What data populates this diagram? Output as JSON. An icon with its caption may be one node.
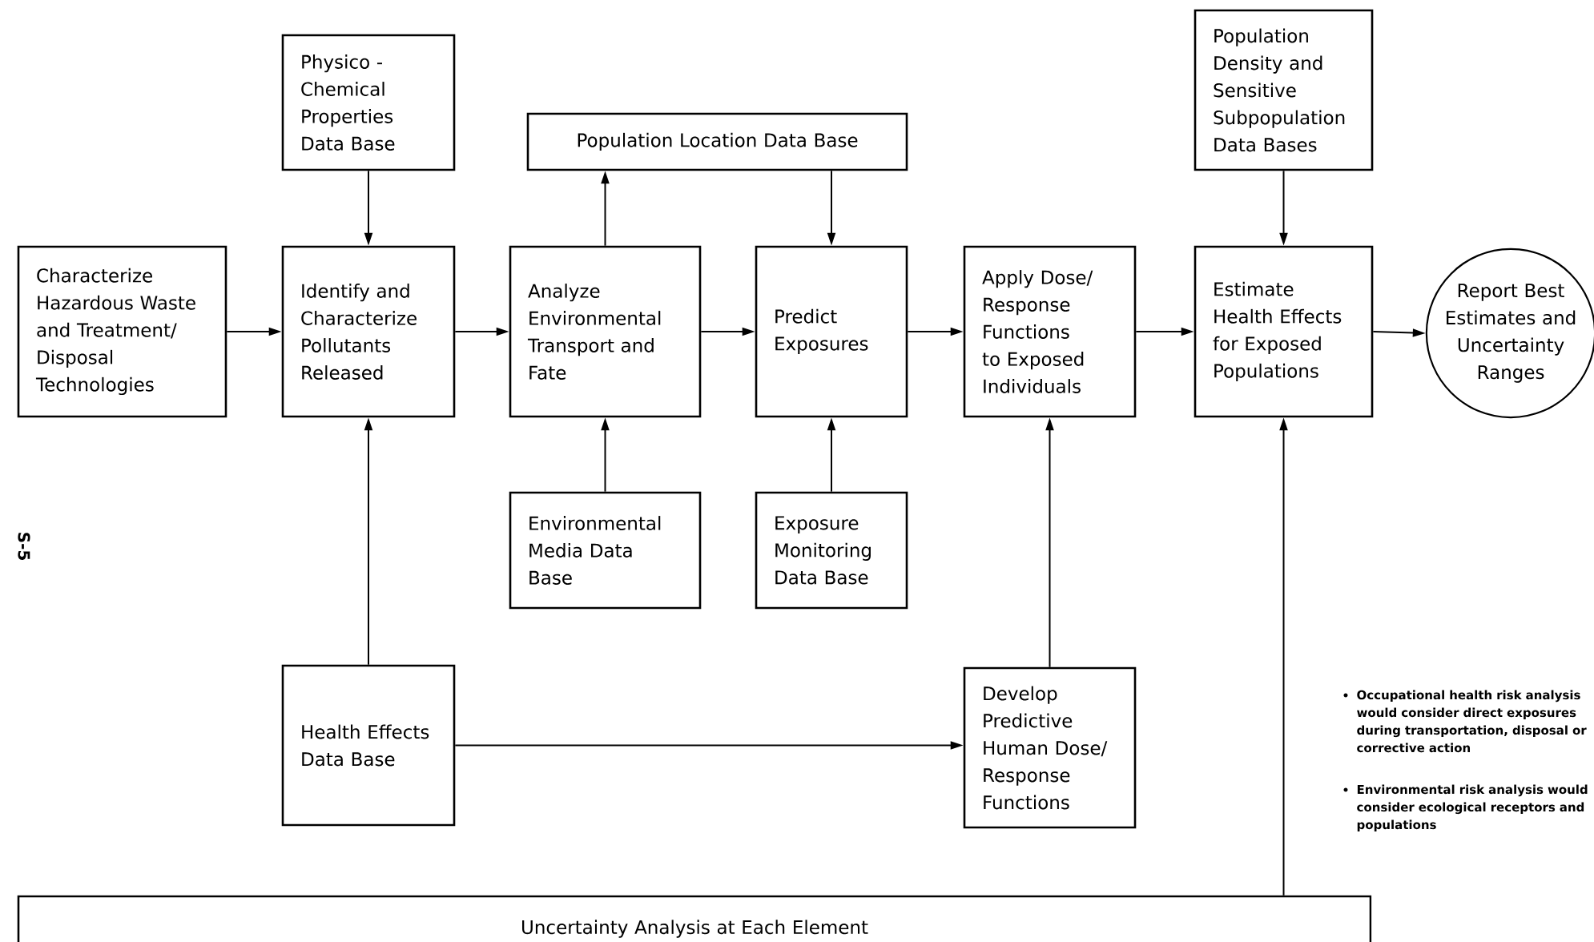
{
  "diagram": {
    "nodes": [
      {
        "text": [
          "Characterize Hazardous Waste and Treatment/ Disposal Technologies"
        ]
      },
      {
        "text": [
          "Physico - Chemical Properties Data Base"
        ]
      },
      {
        "text": [
          "Identify and Characterize Pollutants Released"
        ]
      },
      {
        "text": [
          "Population Location Data Base"
        ]
      },
      {
        "text": [
          "Analyze Environmental Transport and Fate"
        ]
      },
      {
        "text": [
          "Predict Exposures"
        ]
      },
      {
        "text": [
          "Apply Dose/ Response Functions to Exposed Individuals"
        ]
      },
      {
        "text": [
          "Population Density and Sensitive Subpopulation Data Bases"
        ]
      },
      {
        "text": [
          "Estimate Health Effects for Exposed Populations"
        ]
      },
      {
        "text": [
          "Report Best Estimates and Uncertainty Ranges"
        ]
      },
      {
        "text": [
          "Environmental Media Data Base"
        ]
      },
      {
        "text": [
          "Exposure Monitoring Data Base"
        ]
      },
      {
        "text": [
          "Health Effects Data Base"
        ]
      },
      {
        "text": [
          "Develop Predictive Human Dose/ Response Functions"
        ]
      },
      {
        "text": [
          "Uncertainty Analysis at Each Element"
        ]
      }
    ],
    "edges": [
      {
        "from": 0,
        "to": 2,
        "arrow": "to"
      },
      {
        "from": 1,
        "to": 2,
        "arrow": "to"
      },
      {
        "from": 2,
        "to": 4,
        "arrow": "to"
      },
      {
        "from": 4,
        "to": 3,
        "arrow": "to"
      },
      {
        "from": 3,
        "to": 5,
        "arrow": "to"
      },
      {
        "from": 4,
        "to": 5,
        "arrow": "to"
      },
      {
        "from": 5,
        "to": 6,
        "arrow": "to"
      },
      {
        "from": 6,
        "to": 8,
        "arrow": "to"
      },
      {
        "from": 7,
        "to": 8,
        "arrow": "to"
      },
      {
        "from": 8,
        "to": 9,
        "arrow": "to"
      },
      {
        "from": 10,
        "to": 4,
        "arrow": "to"
      },
      {
        "from": 11,
        "to": 5,
        "arrow": "to"
      },
      {
        "from": 12,
        "to": 2,
        "arrow": "to"
      },
      {
        "from": 12,
        "to": 13,
        "arrow": "to"
      },
      {
        "from": 13,
        "to": 6,
        "arrow": "to"
      },
      {
        "from": 14,
        "to": 8,
        "arrow": "to"
      }
    ],
    "labels": [
      "S-5",
      "Occupational health risk analysis would consider direct exposures during transportation, disposal or corrective action",
      "Environmental risk analysis would consider ecological receptors and populations"
    ]
  }
}
